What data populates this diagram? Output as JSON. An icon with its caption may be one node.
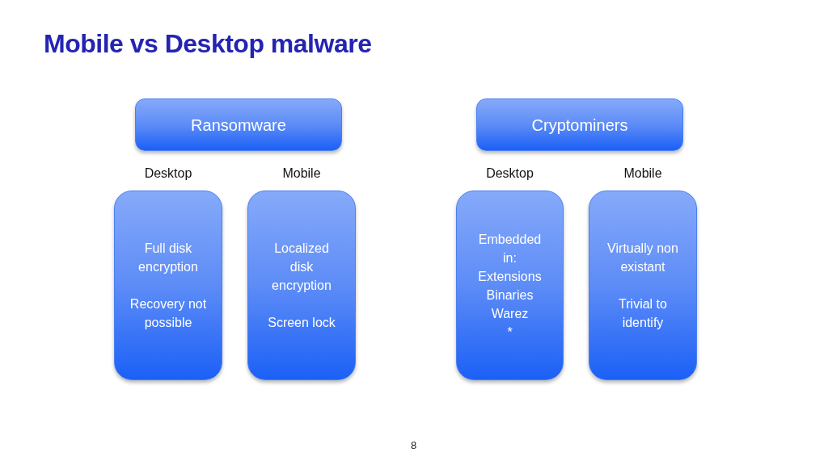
{
  "diagram": {
    "title": "Mobile vs Desktop malware",
    "nodes": [
      {
        "text": [
          "Ransomware"
        ]
      },
      {
        "text": [
          "Cryptominers"
        ]
      },
      {
        "text": [
          "Full disk encryption",
          "Recovery not possible"
        ],
        "beside": [
          "Desktop"
        ]
      },
      {
        "text": [
          "Localized disk encryption",
          "Screen lock"
        ],
        "beside": [
          "Mobile"
        ]
      },
      {
        "text": [
          "Embedded in:",
          "Extensions",
          "Binaries",
          "Warez",
          "*"
        ],
        "beside": [
          "Desktop"
        ]
      },
      {
        "text": [
          "Virtually non existant",
          "Trivial to identify"
        ],
        "beside": [
          "Mobile"
        ]
      }
    ],
    "labels": [
      "8"
    ]
  }
}
